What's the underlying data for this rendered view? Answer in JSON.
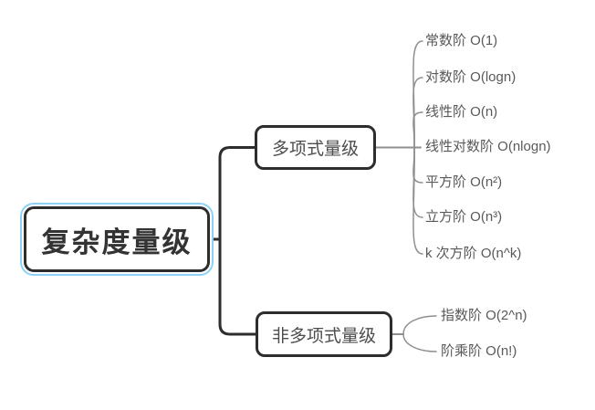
{
  "root": {
    "label": "复杂度量级"
  },
  "branches": [
    {
      "label": "多项式量级",
      "leaves": [
        "常数阶 O(1)",
        "对数阶 O(logn)",
        "线性阶 O(n)",
        "线性对数阶 O(nlogn)",
        "平方阶 O(n²)",
        "立方阶 O(n³)",
        "k 次方阶 O(n^k)"
      ]
    },
    {
      "label": "非多项式量级",
      "leaves": [
        "指数阶 O(2^n)",
        "阶乘阶 O(n!)"
      ]
    }
  ],
  "colors": {
    "background": "#ffffff",
    "selection_outline": "#8ed1f7",
    "node_border": "#2d2d2d",
    "branch_text": "#4d4d4d",
    "leaf_text": "#595959",
    "connector_gray": "#8f8f8f"
  }
}
